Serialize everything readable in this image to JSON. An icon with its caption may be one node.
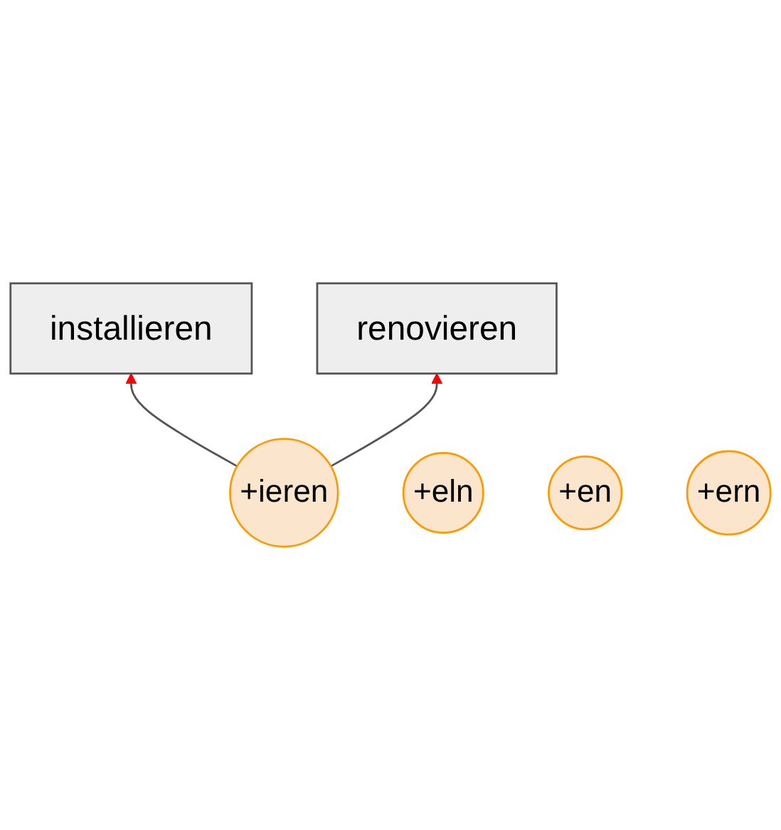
{
  "diagram": {
    "nodes": [
      {
        "text": [
          "installieren"
        ]
      },
      {
        "text": [
          "renovieren"
        ]
      },
      {
        "text": [
          "+ieren"
        ]
      },
      {
        "text": [
          "+eln"
        ]
      },
      {
        "text": [
          "+en"
        ]
      },
      {
        "text": [
          "+ern"
        ]
      }
    ],
    "edges": [
      {
        "from": 2,
        "to": 0,
        "arrow": "to"
      },
      {
        "from": 2,
        "to": 1,
        "arrow": "to"
      }
    ]
  }
}
